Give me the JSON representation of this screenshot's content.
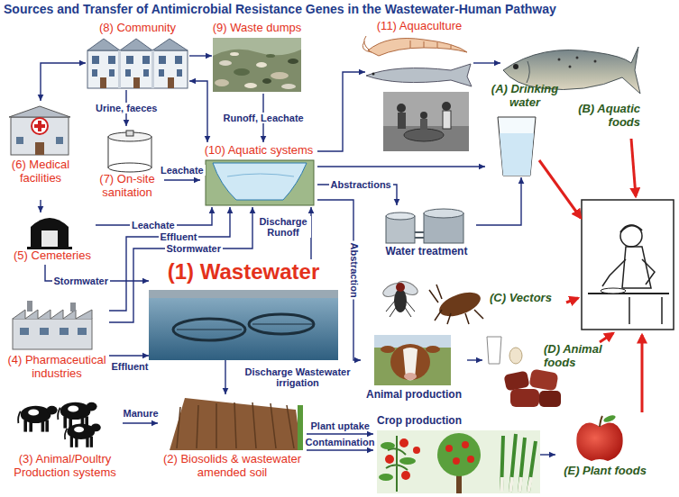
{
  "diagram": {
    "title": "Sources and Transfer of Antimicrobial Resistance Genes in the Wastewater-Human Pathway",
    "nodes": [
      {
        "text": [
          "(8) Community"
        ]
      },
      {
        "text": [
          "(9) Waste dumps"
        ]
      },
      {
        "text": [
          "(11) Aquaculture"
        ]
      },
      {
        "text": [
          "(6) Medical facilities"
        ]
      },
      {
        "text": [
          "(7) On-site sanitation"
        ]
      },
      {
        "text": [
          "(10) Aquatic systems"
        ]
      },
      {
        "text": [
          "(5) Cemeteries"
        ]
      },
      {
        "text": [
          "(1) Wastewater"
        ]
      },
      {
        "text": [
          "(4) Pharmaceutical industries"
        ]
      },
      {
        "text": [
          "(3) Animal/Poultry Production systems"
        ]
      },
      {
        "text": [
          "(2) Biosolids & wastewater amended soil"
        ]
      },
      {
        "text": [
          "Water treatment"
        ]
      },
      {
        "text": [
          "(A) Drinking water"
        ]
      },
      {
        "text": [
          "(B) Aquatic foods"
        ]
      },
      {
        "text": [
          "(C) Vectors"
        ]
      },
      {
        "text": [
          "(D) Animal foods"
        ]
      },
      {
        "text": [
          "Animal production"
        ]
      },
      {
        "text": [
          "Crop production"
        ]
      },
      {
        "text": [
          "(E) Plant foods"
        ]
      }
    ],
    "edges": [
      {
        "from": 0,
        "to": 3,
        "arrow": "both"
      },
      {
        "from": 0,
        "to": 4,
        "label": "Urine, faeces",
        "arrow": "to"
      },
      {
        "from": 0,
        "to": 1,
        "arrow": "to"
      },
      {
        "from": 0,
        "to": 5,
        "arrow": "both"
      },
      {
        "from": 1,
        "to": 5,
        "label": "Runoff, Leachate",
        "arrow": "to"
      },
      {
        "from": 4,
        "to": 5,
        "label": "Leachate",
        "arrow": "to"
      },
      {
        "from": 6,
        "to": 5,
        "label": "Leachate",
        "arrow": "to"
      },
      {
        "from": 8,
        "to": 5,
        "label": "Effluent",
        "arrow": "to"
      },
      {
        "from": 8,
        "to": 5,
        "label": "Stormwater",
        "arrow": "to"
      },
      {
        "from": 6,
        "to": 7,
        "label": "Stormwater",
        "arrow": "to"
      },
      {
        "from": 8,
        "to": 7,
        "label": "Effluent",
        "arrow": "to"
      },
      {
        "from": 7,
        "to": 5,
        "label": "Discharge Runoff",
        "arrow": "to"
      },
      {
        "from": 5,
        "to": 16,
        "label": "Abstraction",
        "arrow": "to"
      },
      {
        "from": 5,
        "to": 11,
        "label": "Abstractions",
        "arrow": "to"
      },
      {
        "from": 5,
        "to": 12,
        "arrow": "to"
      },
      {
        "from": 11,
        "to": 12,
        "arrow": "to"
      },
      {
        "from": 5,
        "to": 2,
        "arrow": "to"
      },
      {
        "from": 2,
        "to": 13,
        "arrow": "to"
      },
      {
        "from": 9,
        "to": 10,
        "label": "Manure",
        "arrow": "to"
      },
      {
        "from": 7,
        "to": 10,
        "label": "Discharge Wastewater irrigation",
        "arrow": "to"
      },
      {
        "from": 10,
        "to": 17,
        "label": "Plant uptake",
        "arrow": "to"
      },
      {
        "from": 10,
        "to": 17,
        "label": "Contamination",
        "arrow": "to"
      },
      {
        "from": 16,
        "to": 15,
        "arrow": "to"
      },
      {
        "from": 17,
        "to": 18,
        "arrow": "to"
      },
      {
        "from": 3,
        "to": 6,
        "arrow": "to"
      }
    ]
  }
}
